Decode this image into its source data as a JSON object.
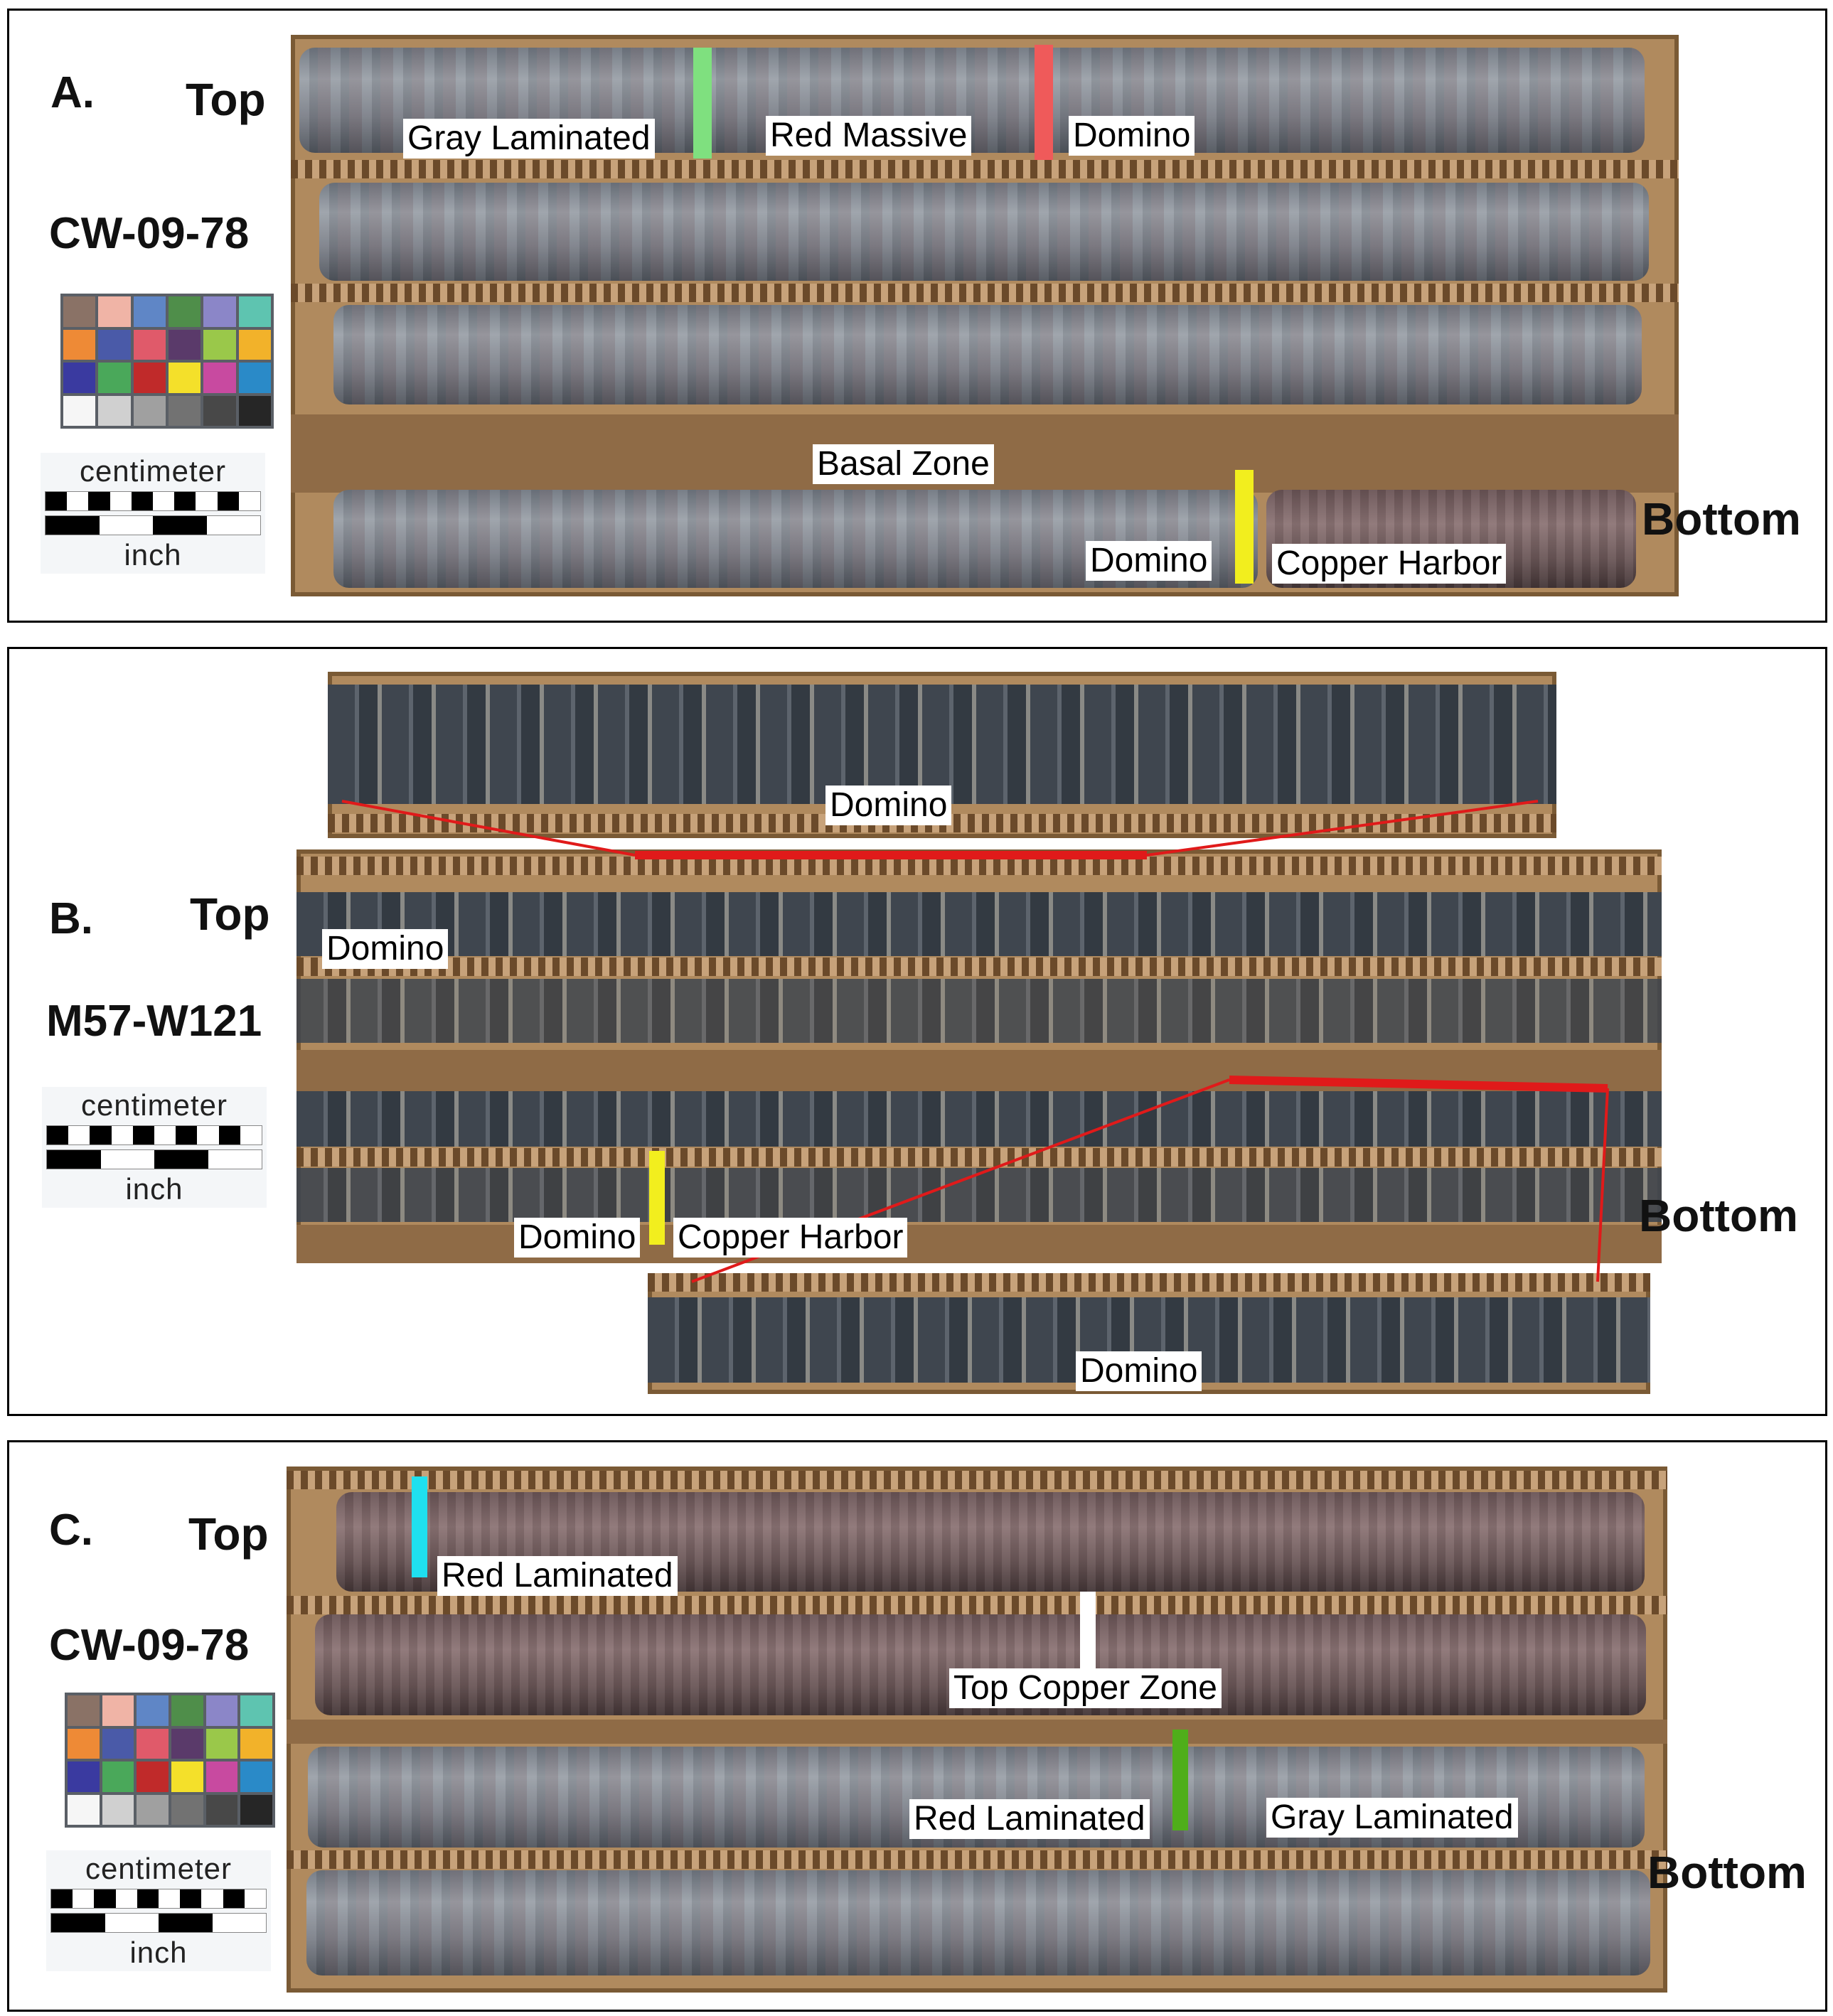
{
  "panels": {
    "a": {
      "letter": "A.",
      "top": "Top",
      "core_id": "CW-09-78",
      "bottom": "Bottom",
      "labels": {
        "gray_laminated": "Gray Laminated",
        "red_massive": "Red Massive",
        "domino_1": "Domino",
        "basal_zone": "Basal Zone",
        "domino_2": "Domino",
        "copper_harbor": "Copper Harbor"
      }
    },
    "b": {
      "letter": "B.",
      "top": "Top",
      "core_id": "M57-W121",
      "bottom": "Bottom",
      "labels": {
        "domino_inset_top": "Domino",
        "domino_left": "Domino",
        "domino_lower": "Domino",
        "copper_harbor": "Copper Harbor",
        "domino_inset_bottom": "Domino"
      }
    },
    "c": {
      "letter": "C.",
      "top": "Top",
      "core_id": "CW-09-78",
      "bottom": "Bottom",
      "labels": {
        "red_laminated_1": "Red Laminated",
        "top_copper_zone": "Top Copper Zone",
        "red_laminated_2": "Red Laminated",
        "gray_laminated": "Gray Laminated"
      }
    }
  },
  "scale_bar": {
    "top_text": "centimeter",
    "bottom_text": "inch"
  },
  "marker_colors": {
    "green": "#7fe07f",
    "red": "#ef5a5a",
    "yellow": "#f2ee1e",
    "cyan": "#1fe0ef",
    "white": "#ffffff",
    "dark_green": "#4fae1a"
  },
  "color_checker": [
    "#8a7266",
    "#f0b4a6",
    "#5f86c6",
    "#4f8e4a",
    "#8b86c8",
    "#5ec4b0",
    "#ee8a36",
    "#4a5aa8",
    "#e05a6a",
    "#5a3a6a",
    "#9ac84a",
    "#f2b22a",
    "#3a3aa0",
    "#4aa85a",
    "#c02a2a",
    "#f4e02a",
    "#c84aa0",
    "#2a8ac8",
    "#f6f6f6",
    "#d0d0d0",
    "#a0a0a0",
    "#727272",
    "#484848",
    "#262626"
  ]
}
